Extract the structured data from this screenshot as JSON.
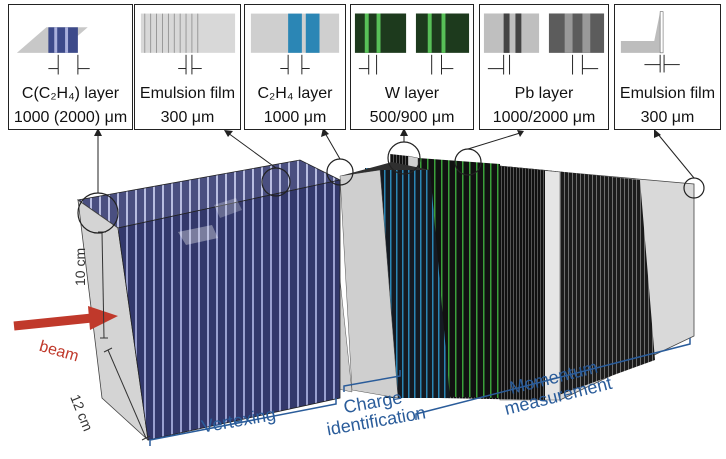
{
  "callouts": [
    {
      "line1": "C(C₂H₄) layer",
      "line2": "1000 (2000) μm",
      "fill": "#3d4a8a"
    },
    {
      "line1": "Emulsion film",
      "line2": "300 μm",
      "fill": "#cfcfcf"
    },
    {
      "line1": "C₂H₄ layer",
      "line2": "1000 μm",
      "fill": "#2b86b5"
    },
    {
      "line1": "W layer",
      "line2": "500/900 μm",
      "fill": "#2f7d2a"
    },
    {
      "line1": "Pb layer",
      "line2": "1000/2000 μm",
      "fill": "#6a6a6a"
    },
    {
      "line1": "Emulsion film",
      "line2": "300 μm",
      "fill": "#bdbdbd"
    }
  ],
  "beam": {
    "label": "beam",
    "color": "#c0392b"
  },
  "dimensions": {
    "height": "10 cm",
    "depth": "12 cm"
  },
  "sections": {
    "vertexing": "Vertexing",
    "charge_line1": "Charge",
    "charge_line2": "identification",
    "momentum_line1": "Momentum",
    "momentum_line2": "measurement"
  },
  "colors": {
    "section_label": "#2a5c9a",
    "vertexing_block": "#33386b",
    "arrow": "#c0392b"
  }
}
